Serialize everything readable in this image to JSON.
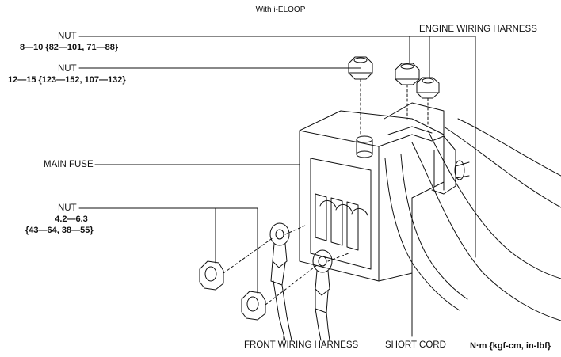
{
  "header": {
    "title": "With i-ELOOP"
  },
  "labels": {
    "nut_top": {
      "name": "NUT",
      "torque": "8—10 {82—101, 71—88}"
    },
    "nut_mid": {
      "name": "NUT",
      "torque": "12—15 {123—152, 107—132}"
    },
    "main_fuse": "MAIN FUSE",
    "nut_bottom": {
      "name": "NUT",
      "torque_line1": "4.2—6.3",
      "torque_line2": "{43—64, 38—55}"
    },
    "engine_wiring_harness": "ENGINE WIRING HARNESS",
    "front_wiring_harness": "FRONT WIRING HARNESS",
    "short_cord": "SHORT CORD"
  },
  "units": "N·m {kgf-cm, in-lbf}",
  "colors": {
    "line": "#111111",
    "background": "#ffffff"
  }
}
